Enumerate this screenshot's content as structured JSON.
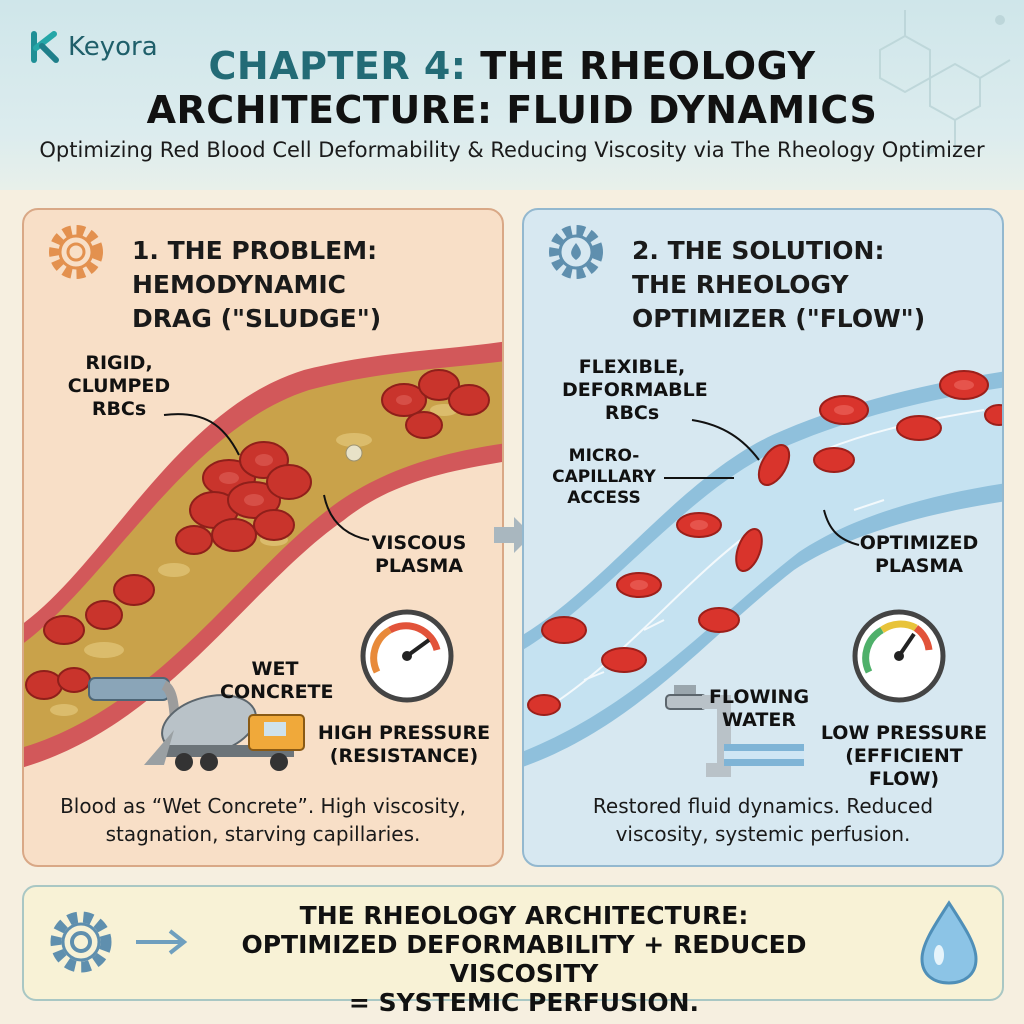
{
  "brand": {
    "name": "Keyora",
    "logo_icon": "k-logo-icon"
  },
  "header": {
    "title_line1_prefix": "CHAPTER 4:",
    "title_line1_rest": "THE RHEOLOGY",
    "title_line2": "ARCHITECTURE: FLUID DYNAMICS",
    "subtitle": "Optimizing Red Blood Cell Deformability & Reducing Viscosity via The Rheology Optimizer"
  },
  "problem": {
    "title_lines": [
      "1. THE PROBLEM:",
      "HEMODYNAMIC",
      "DRAG (\"SLUDGE\")"
    ],
    "icon": "gear-sludge-icon",
    "labels": {
      "rbcs": [
        "RIGID,",
        "CLUMPED",
        "RBCs"
      ],
      "plasma": [
        "VISCOUS",
        "PLASMA"
      ],
      "analogy": [
        "WET",
        "CONCRETE"
      ],
      "pressure": [
        "HIGH PRESSURE",
        "(RESISTANCE)"
      ]
    },
    "caption": [
      "Blood as “Wet Concrete”. High viscosity,",
      "stagnation, starving capillaries."
    ]
  },
  "solution": {
    "title_lines": [
      "2. THE SOLUTION:",
      "THE RHEOLOGY",
      "OPTIMIZER (\"FLOW\")"
    ],
    "icon": "gear-droplet-icon",
    "labels": {
      "rbcs": [
        "FLEXIBLE,",
        "DEFORMABLE",
        "RBCs"
      ],
      "capillary": [
        "MICRO-",
        "CAPILLARY",
        "ACCESS"
      ],
      "plasma": [
        "OPTIMIZED",
        "PLASMA"
      ],
      "analogy": [
        "FLOWING",
        "WATER"
      ],
      "pressure": [
        "LOW PRESSURE",
        "(EFFICIENT FLOW)"
      ]
    },
    "caption": [
      "Restored fluid dynamics. Reduced",
      "viscosity, systemic perfusion."
    ]
  },
  "footer": {
    "lines": [
      "THE RHEOLOGY ARCHITECTURE:",
      "OPTIMIZED DEFORMABILITY + REDUCED VISCOSITY",
      "= SYSTEMIC PERFUSION."
    ],
    "left_icon": "gear-icon",
    "right_icon": "water-drop-icon"
  },
  "colors": {
    "teal": "#236b76",
    "rbc_red": "#c9342c",
    "sludge": "#c9a24a",
    "plasma_blue": "#a9d3ea"
  }
}
